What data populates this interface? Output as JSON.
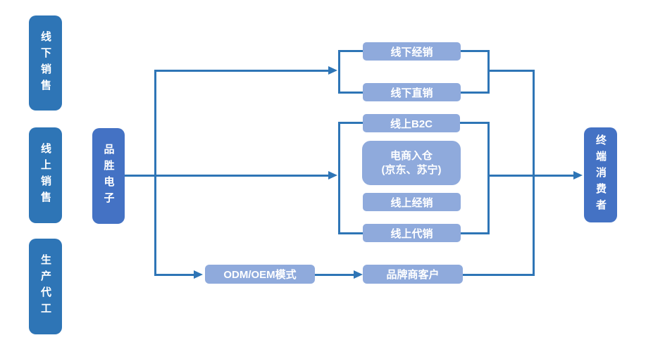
{
  "diagram": {
    "background_color": "#ffffff",
    "colors": {
      "category_box": "#2E75B6",
      "company_box": "#4472C4",
      "channel_box": "#8FAADC",
      "connector_line": "#2E75B6",
      "text": "#ffffff"
    },
    "left_categories": [
      {
        "label": "线下销售"
      },
      {
        "label": "线上销售"
      },
      {
        "label": "生产代工"
      }
    ],
    "company": {
      "label": "品胜电子"
    },
    "consumer": {
      "label": "终端消费者"
    },
    "offline_channels": [
      {
        "label": "线下经销"
      },
      {
        "label": "线下直销"
      }
    ],
    "online_channels": [
      {
        "label": "线上B2C"
      },
      {
        "label": "电商入仓",
        "sublabel": "(京东、苏宁)"
      },
      {
        "label": "线上经销"
      },
      {
        "label": "线上代销"
      }
    ],
    "oem_flow": [
      {
        "label": "ODM/OEM模式"
      },
      {
        "label": "品牌商客户"
      }
    ]
  }
}
